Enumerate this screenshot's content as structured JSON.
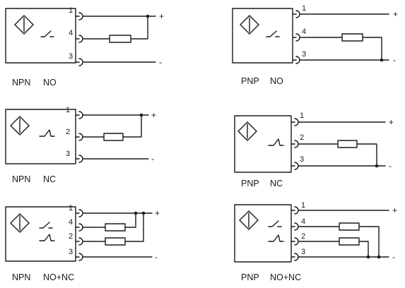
{
  "diagrams": [
    {
      "type_label": "NPN",
      "mode_label": "NO",
      "terminals": [
        {
          "pin": "1",
          "sign": "+"
        },
        {
          "pin": "4",
          "sign": ""
        },
        {
          "pin": "3",
          "sign": "-"
        }
      ]
    },
    {
      "type_label": "PNP",
      "mode_label": "NO",
      "terminals": [
        {
          "pin": "1",
          "sign": "+"
        },
        {
          "pin": "4",
          "sign": ""
        },
        {
          "pin": "3",
          "sign": "-"
        }
      ]
    },
    {
      "type_label": "NPN",
      "mode_label": "NC",
      "terminals": [
        {
          "pin": "1",
          "sign": "+"
        },
        {
          "pin": "2",
          "sign": ""
        },
        {
          "pin": "3",
          "sign": "-"
        }
      ]
    },
    {
      "type_label": "PNP",
      "mode_label": "NC",
      "terminals": [
        {
          "pin": "1",
          "sign": "+"
        },
        {
          "pin": "2",
          "sign": ""
        },
        {
          "pin": "3",
          "sign": "-"
        }
      ]
    },
    {
      "type_label": "NPN",
      "mode_label": "NO+NC",
      "terminals": [
        {
          "pin": "1",
          "sign": "+"
        },
        {
          "pin": "4",
          "sign": ""
        },
        {
          "pin": "2",
          "sign": ""
        },
        {
          "pin": "3",
          "sign": "-"
        }
      ]
    },
    {
      "type_label": "PNP",
      "mode_label": "NO+NC",
      "terminals": [
        {
          "pin": "1",
          "sign": "+"
        },
        {
          "pin": "4",
          "sign": ""
        },
        {
          "pin": "2",
          "sign": ""
        },
        {
          "pin": "3",
          "sign": "-"
        }
      ]
    }
  ]
}
